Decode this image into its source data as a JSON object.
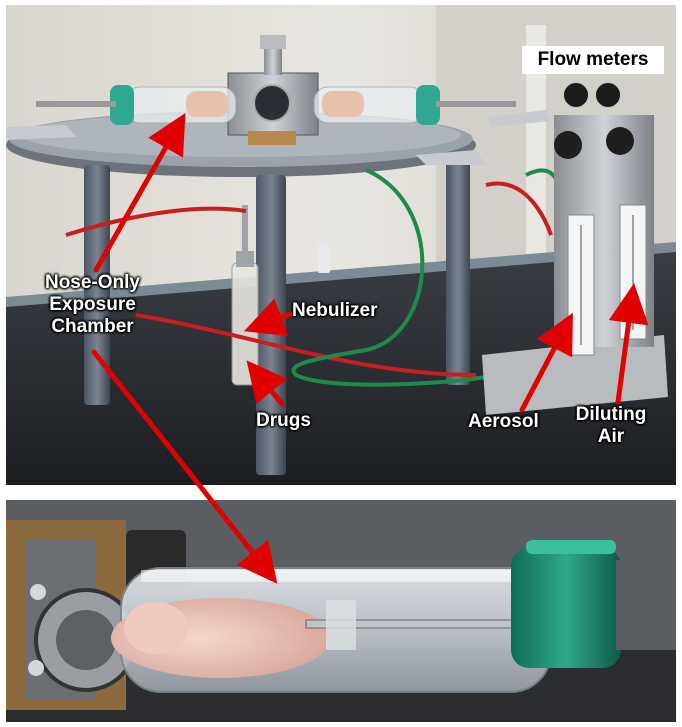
{
  "labels": {
    "flow_meters": "Flow meters",
    "chamber_line1": "Nose-Only",
    "chamber_line2": "Exposure",
    "chamber_line3": "Chamber",
    "nebulizer": "Nebulizer",
    "drugs": "Drugs",
    "aerosol": "Aerosol",
    "diluting_line1": "Diluting",
    "diluting_line2": "Air"
  },
  "colors": {
    "arrow": "#e00000",
    "label_text": "#ffffff",
    "background": "#ffffff"
  }
}
